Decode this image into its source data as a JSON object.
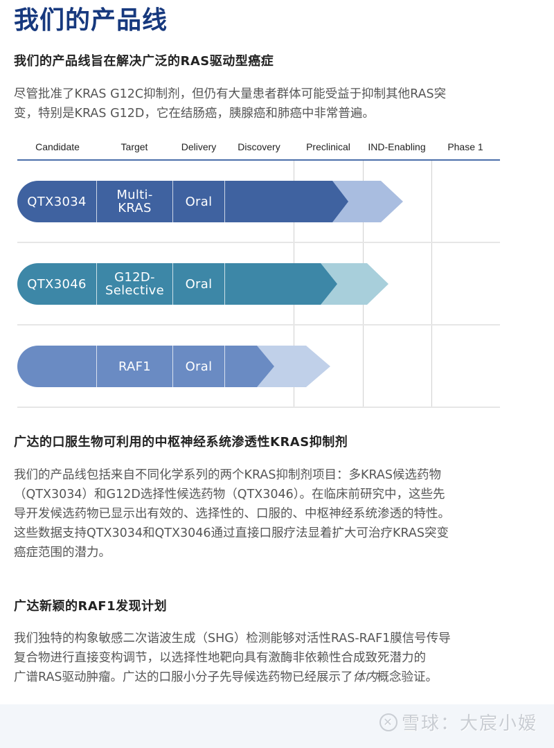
{
  "page": {
    "title": "我们的产品线"
  },
  "section1": {
    "heading": "我们的产品线旨在解决广泛的RAS驱动型癌症",
    "lines": [
      "尽管批准了KRAS G12C抑制剂，但仍有大量患者群体可能受益于抑制其他RAS突",
      "变，特别是KRAS G12D，它在结肠癌，胰腺癌和肺癌中非常普遍。"
    ]
  },
  "pipeline": {
    "columns": [
      "Candidate",
      "Target",
      "Delivery",
      "Discovery",
      "Preclinical",
      "IND-Enabling",
      "Phase 1"
    ],
    "rows": [
      {
        "candidate": "QTX3034",
        "target_line1": "Multi-",
        "target_line2": "KRAS",
        "delivery": "Oral",
        "stage_reached": "Preclinical",
        "color_dark": "#3f62a0",
        "color_light": "#a9bde0"
      },
      {
        "candidate": "QTX3046",
        "target_line1": "G12D-",
        "target_line2": "Selective",
        "delivery": "Oral",
        "stage_reached": "Preclinical",
        "color_dark": "#3d87a7",
        "color_light": "#a8cfdb"
      },
      {
        "candidate": "",
        "target_line1": "RAF1",
        "target_line2": "",
        "delivery": "Oral",
        "stage_reached": "Discovery",
        "color_dark": "#6a8bc3",
        "color_light": "#c0d0e9"
      }
    ]
  },
  "section2": {
    "heading": "广达的口服生物可利用的中枢神经系统渗透性KRAS抑制剂",
    "lines": [
      "我们的产品线包括来自不同化学系列的两个KRAS抑制剂项目：多KRAS候选药物",
      "（QTX3034）和G12D选择性候选药物（QTX3046）。在临床前研究中，这些先",
      "导开发候选药物已显示出有效的、选择性的、口服的、中枢神经系统渗透的特性。",
      "这些数据支持QTX3034和QTX3046通过直接口服疗法显着扩大可治疗KRAS突变",
      "癌症范围的潜力。"
    ]
  },
  "section3": {
    "heading": "广达新颖的RAF1发现计划",
    "lines": [
      "我们独特的构象敏感二次谐波生成（SHG）检测能够对活性RAS-RAF1膜信号传导",
      "复合物进行直接变构调节，以选择性地靶向具有激酶非依赖性合成致死潜力的"
    ],
    "line3_prefix": "广谱RAS驱动肿瘤。广达的口服小分子先导候选药物已经展示了",
    "line3_italic": "体内",
    "line3_suffix": "概念验证。"
  },
  "watermark": {
    "icon": "snowball-logo-icon",
    "text": "雪球：大宸小嫒"
  },
  "colors": {
    "title_blue": "#17397e",
    "rule_blue": "#4a6ea9",
    "footer_bg": "#f3f6fa"
  }
}
